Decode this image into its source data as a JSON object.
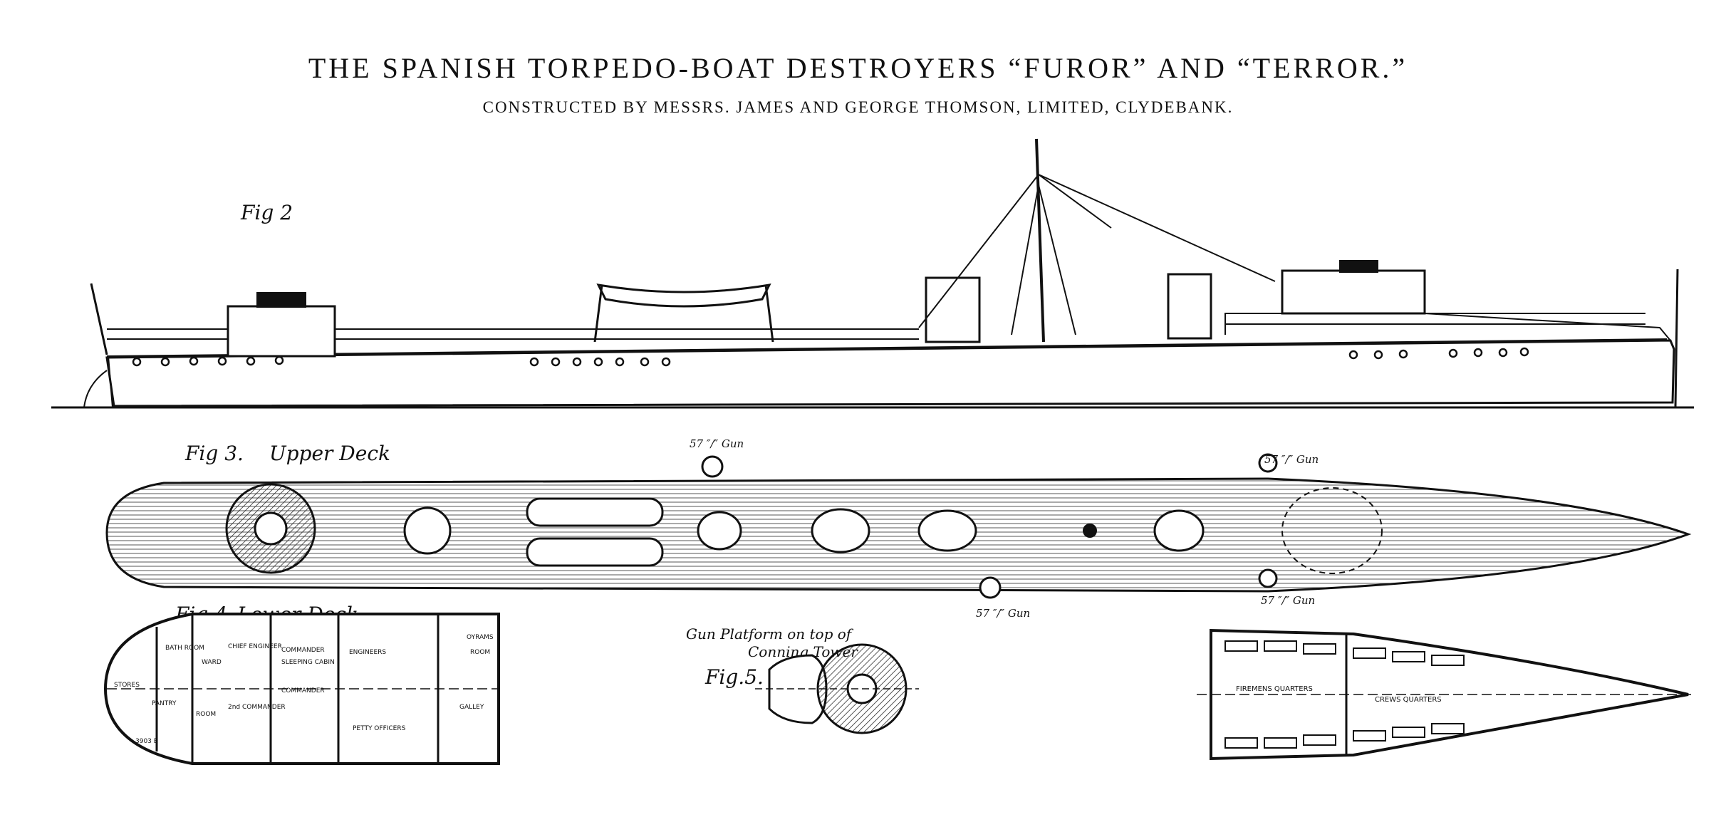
{
  "title": "THE SPANISH TORPEDO-BOAT DESTROYERS “FUROR” AND “TERROR.”",
  "subtitle": "CONSTRUCTED BY MESSRS. JAMES AND GEORGE THOMSON, LIMITED, CLYDEBANK.",
  "figures": {
    "fig2": "Fig 2",
    "fig3": "Fig 3.",
    "fig3_caption": "Upper Deck",
    "fig4": "Fig.4.",
    "fig4_caption": "Lower Deck",
    "fig5": "Fig.5.",
    "fig5_caption_1": "Gun Platform on top of",
    "fig5_caption_2": "Conning Tower"
  },
  "gun_labels": {
    "forward_port": "57 ″/″ Gun",
    "midship": "57 ″/″ Gun",
    "aft_port": "57 ″/″ Gun",
    "aft_starboard": "57 ″/″ Gun"
  },
  "lower_deck_labels": {
    "stores": "STORES",
    "bath_room": "BATH ROOM",
    "ward": "WARD",
    "chief_engineer": "CHIEF ENGINEER",
    "commander": "COMMANDER",
    "sleeping_cabin": "SLEEPING CABIN",
    "engineers": "ENGINEERS",
    "pantry": "PANTRY",
    "room": "ROOM",
    "second_commander": "2nd COMMANDER",
    "commander_2": "COMMANDER",
    "petty_officers": "PETTY OFFICERS",
    "galley": "GALLEY",
    "oyrams": "OYRAMS",
    "room_2": "ROOM",
    "plate_number": "3903 B"
  },
  "crew_deck_labels": {
    "firemens_quarters": "FIREMENS QUARTERS",
    "crews_quarters": "CREWS QUARTERS"
  }
}
